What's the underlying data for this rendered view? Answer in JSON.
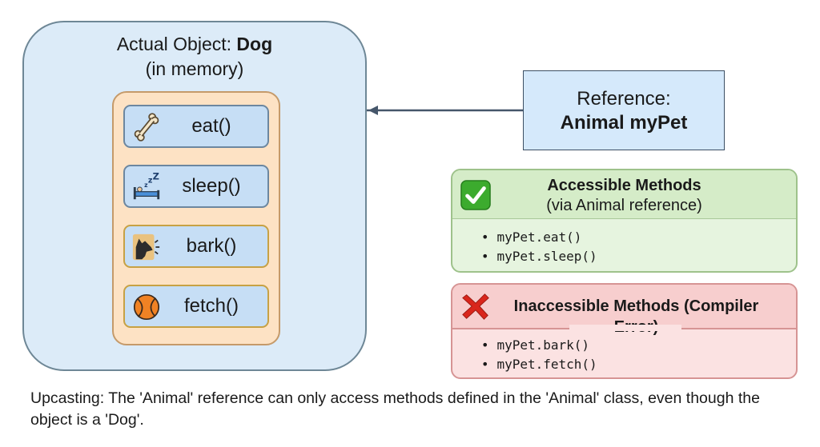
{
  "object": {
    "title_prefix": "Actual Object: ",
    "title_class": "Dog",
    "subtitle": "(in memory)",
    "methods": [
      {
        "label": "eat()",
        "icon": "bone-icon"
      },
      {
        "label": "sleep()",
        "icon": "sleeping-bed-icon"
      },
      {
        "label": "bark()",
        "icon": "barking-dog-icon"
      },
      {
        "label": "fetch()",
        "icon": "ball-icon"
      }
    ]
  },
  "reference": {
    "label": "Reference:",
    "declaration": "Animal myPet"
  },
  "accessible": {
    "title": "Accessible Methods",
    "subtitle": "(via Animal reference)",
    "icon": "check-mark-icon",
    "items": [
      "myPet.eat()",
      "myPet.sleep()"
    ]
  },
  "inaccessible": {
    "title": "Inaccessible Methods (Compiler Error)",
    "icon": "cross-mark-icon",
    "items": [
      "myPet.bark()",
      "myPet.fetch()"
    ]
  },
  "caption": "Upcasting: The 'Animal' reference can only access methods defined in the 'Animal' class, even though the object is a 'Dog'.",
  "colors": {
    "object_bg": "#dcebf8",
    "methods_bg": "#fde2c4",
    "accessible_bg": "#e6f4df",
    "inaccessible_bg": "#fbe2e2",
    "check": "#3cab2e",
    "cross": "#d9261c"
  }
}
